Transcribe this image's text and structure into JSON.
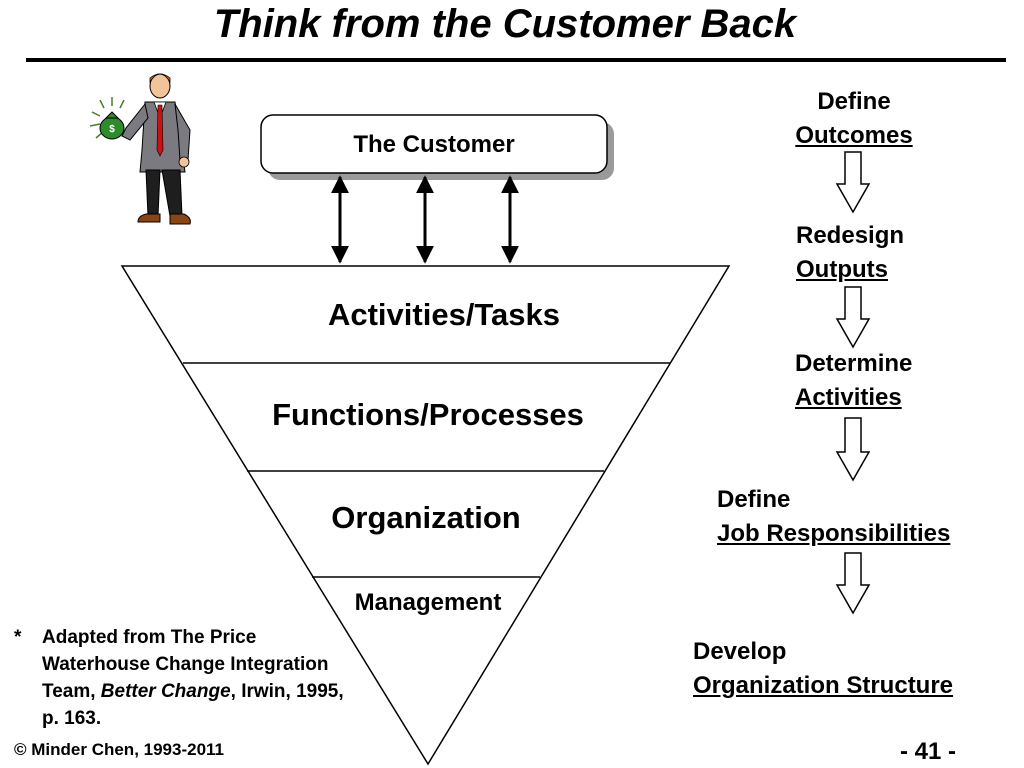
{
  "title": "Think from the Customer Back",
  "customer_box": "The Customer",
  "pyramid": {
    "levels": [
      "Activities/Tasks",
      "Functions/Processes",
      "Organization",
      "Management"
    ]
  },
  "steps": [
    {
      "line1": "Define",
      "line2": "Outcomes"
    },
    {
      "line1": "Redesign",
      "line2": "Outputs"
    },
    {
      "line1": "Determine",
      "line2": "Activities"
    },
    {
      "line1": "Define",
      "line2": "Job Responsibilities"
    },
    {
      "line1": "Develop",
      "line2": "Organization Structure"
    }
  ],
  "footnote": {
    "marker": "*",
    "text_a": "Adapted from The Price Waterhouse Change Integration Team, ",
    "book": "Better Change",
    "text_b": ", Irwin, 1995, p. 163."
  },
  "copyright": "© Minder Chen, 1993-2011",
  "page_number": "- 41 -",
  "icons": {
    "person": "businessman-holding-money-bag-icon"
  }
}
